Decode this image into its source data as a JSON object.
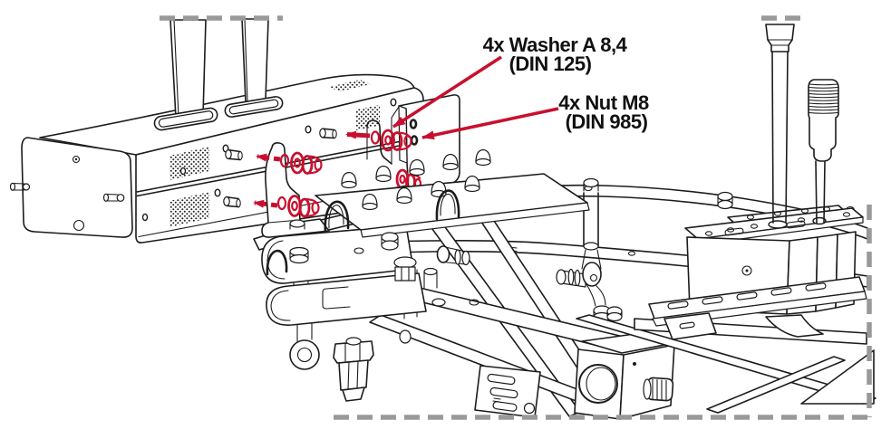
{
  "diagram": {
    "type": "assembly-instruction-step",
    "callouts": {
      "washer": {
        "line1": "4x Washer A 8,4",
        "line2": "(DIN 125)"
      },
      "nut": {
        "line1": "4x Nut M8",
        "line2": "(DIN 985)"
      }
    },
    "colors": {
      "highlight": "#c8102e",
      "line": "#1c1c1c",
      "cutoff": "#999999",
      "background": "#ffffff"
    }
  }
}
